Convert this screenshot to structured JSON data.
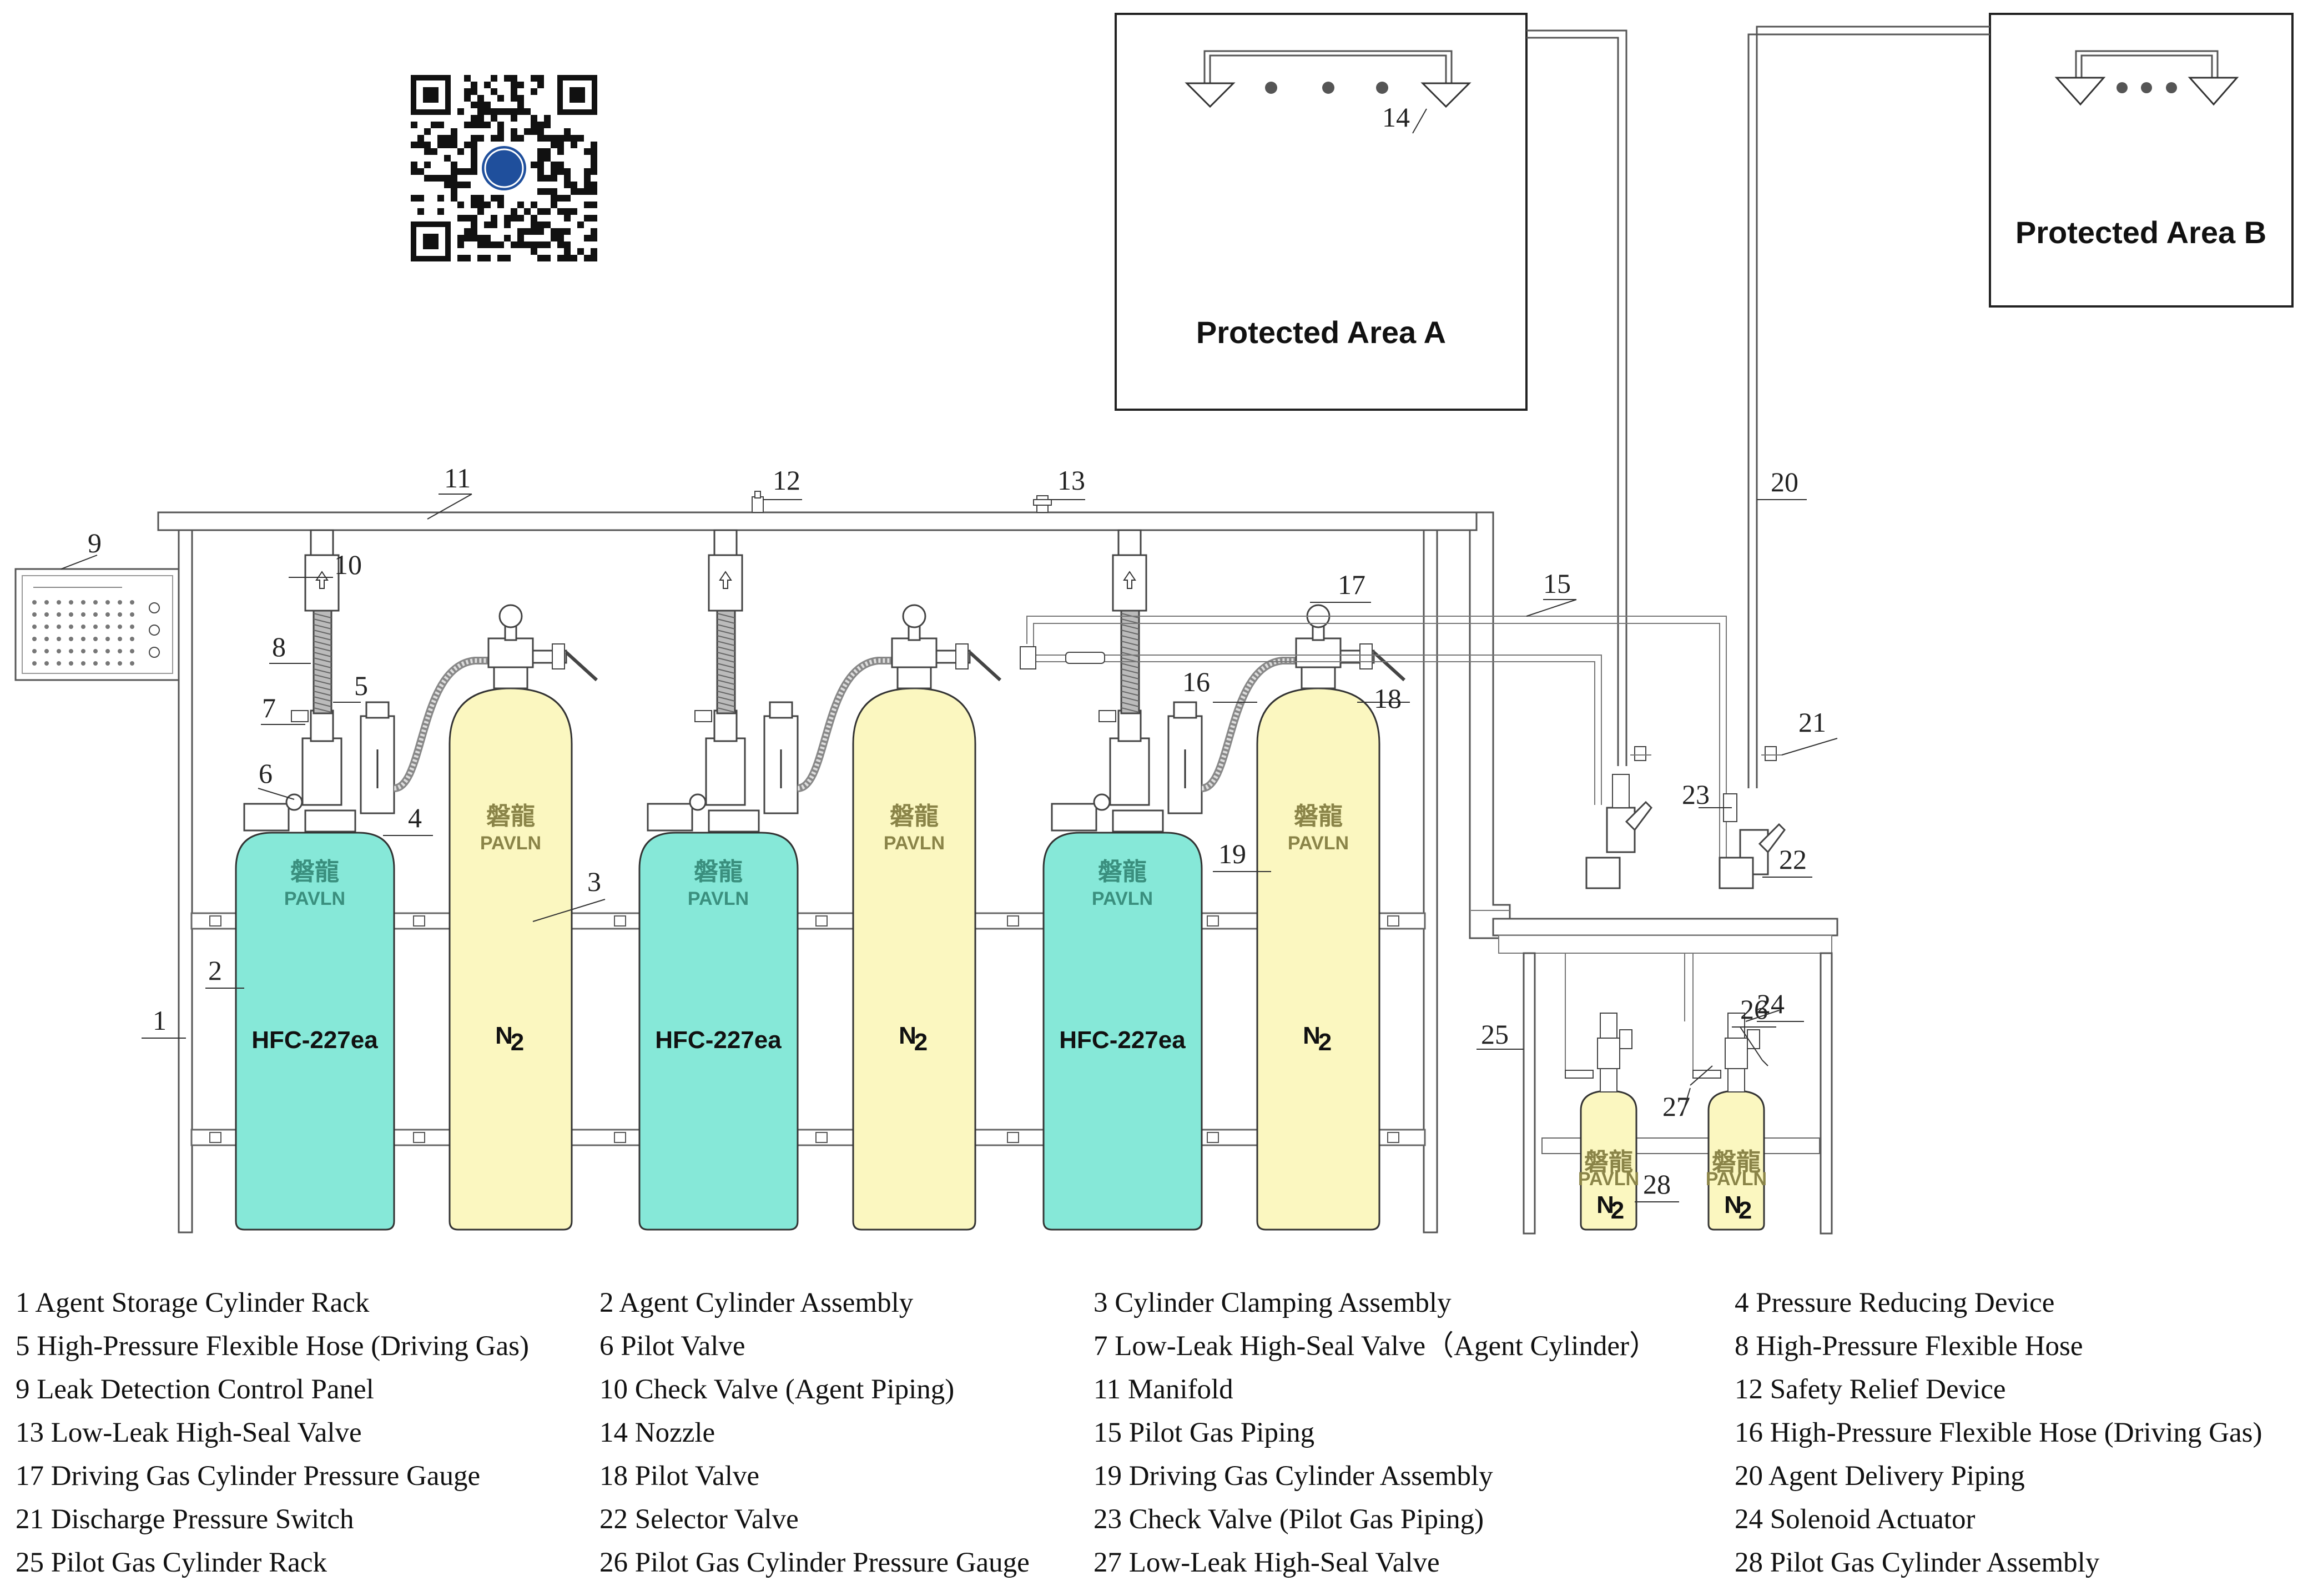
{
  "areas": {
    "a": "Protected Area A",
    "b": "Protected Area B"
  },
  "brand": {
    "cn": "磐龍",
    "en": "PAVLN"
  },
  "cylinders": {
    "agent_label": "HFC-227ea",
    "gas_label": "N",
    "gas_sub": "2"
  },
  "callouts": {
    "c1": "1",
    "c2": "2",
    "c3": "3",
    "c4": "4",
    "c5": "5",
    "c6": "6",
    "c7": "7",
    "c8": "8",
    "c9": "9",
    "c10": "10",
    "c11": "11",
    "c12": "12",
    "c13": "13",
    "c14": "14",
    "c15": "15",
    "c16": "16",
    "c17": "17",
    "c18": "18",
    "c19": "19",
    "c20": "20",
    "c21": "21",
    "c22": "22",
    "c23": "23",
    "c24": "24",
    "c25": "25",
    "c26": "26",
    "c27": "27",
    "c28": "28"
  },
  "legend": [
    "1 Agent Storage Cylinder Rack",
    "2 Agent Cylinder Assembly",
    "3 Cylinder Clamping Assembly",
    "4 Pressure Reducing Device",
    "5 High-Pressure Flexible Hose (Driving Gas)",
    "6 Pilot Valve",
    "7 Low-Leak High-Seal Valve（Agent Cylinder）",
    "8 High-Pressure Flexible Hose",
    "9 Leak Detection Control Panel",
    "10 Check Valve (Agent Piping)",
    "11 Manifold",
    "12 Safety Relief Device",
    "13 Low-Leak High-Seal Valve",
    "14 Nozzle",
    "15 Pilot Gas Piping",
    "16 High-Pressure Flexible Hose (Driving Gas)",
    "17 Driving Gas Cylinder Pressure Gauge",
    "18 Pilot Valve",
    "19 Driving Gas Cylinder Assembly",
    "20 Agent Delivery Piping",
    "21 Discharge Pressure Switch",
    "22 Selector Valve",
    "23 Check Valve (Pilot Gas Piping)",
    "24 Solenoid Actuator",
    "25 Pilot Gas Cylinder Rack",
    "26 Pilot Gas Cylinder Pressure Gauge",
    "27 Low-Leak High-Seal Valve",
    "28 Pilot Gas Cylinder Assembly"
  ],
  "colors": {
    "agent_cylinder": "#86e8d8",
    "gas_cylinder": "#fbf7c0",
    "brand_agent": "#3a8f7e",
    "brand_gas": "#8a8448",
    "qr_dot": "#1f4f9c"
  }
}
